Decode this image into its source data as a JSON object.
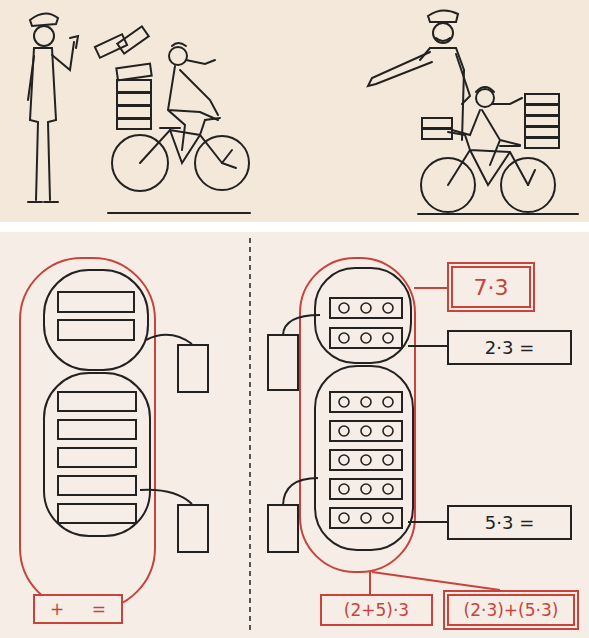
{
  "diagram": {
    "nodes": [
      {
        "text": [
          "7·3"
        ]
      },
      {
        "text": [
          "2·3 ="
        ]
      },
      {
        "text": [
          "5·3 ="
        ]
      },
      {
        "text": [
          "+ ="
        ]
      },
      {
        "text": [
          "(2+5)·3"
        ]
      },
      {
        "text": [
          "(2·3)+(5·3)"
        ]
      }
    ]
  }
}
